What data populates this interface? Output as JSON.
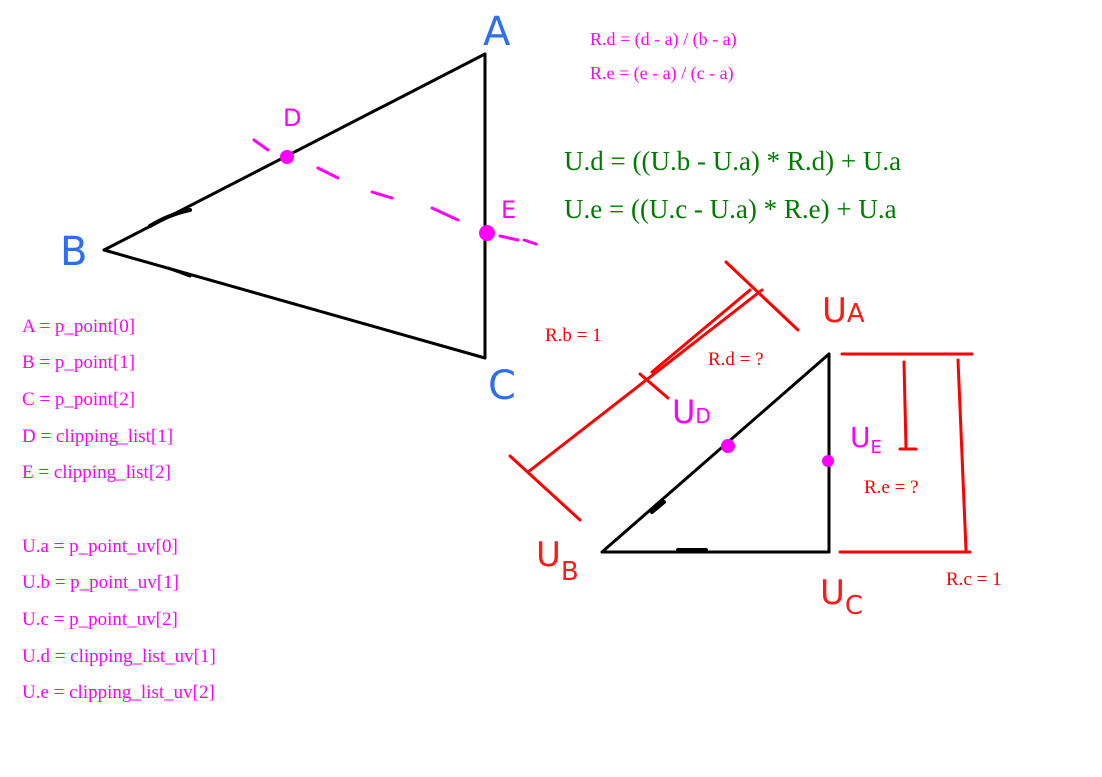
{
  "colors": {
    "black": "#000000",
    "magenta": "#ff00ff",
    "green": "#007a00",
    "red": "#ff0000",
    "blue": "#2e6ff2"
  },
  "triangle_labels": {
    "a": "A",
    "b": "B",
    "c": "C",
    "d": "D",
    "e": "E"
  },
  "uv_labels": {
    "ua_main": "U",
    "ua_sub": "A",
    "ub_main": "U",
    "ub_sub": "B",
    "uc_main": "U",
    "uc_sub": "C",
    "ud_main": "U",
    "ud_sub": "D",
    "ue_main": "U",
    "ue_sub": "E"
  },
  "ratio_formulas": [
    "R.d = (d - a) / (b - a)",
    "R.e = (e - a) / (c - a)"
  ],
  "uv_formulas": [
    "U.d = ((U.b - U.a) * R.d) + U.a",
    "U.e = ((U.c - U.a) * R.e) + U.a"
  ],
  "point_definitions": [
    "A = p_point[0]",
    "B = p_point[1]",
    "C = p_point[2]",
    "D = clipping_list[1]",
    "E = clipping_list[2]"
  ],
  "uv_definitions": [
    "U.a = p_point_uv[0]",
    "U.b = p_point_uv[1]",
    "U.c = p_point_uv[2]",
    "U.d = clipping_list_uv[1]",
    "U.e = clipping_list_uv[2]"
  ],
  "measure_labels": {
    "rb": "R.b = 1",
    "rd": "R.d = ?",
    "re": "R.e = ?",
    "rc": "R.c = 1"
  }
}
